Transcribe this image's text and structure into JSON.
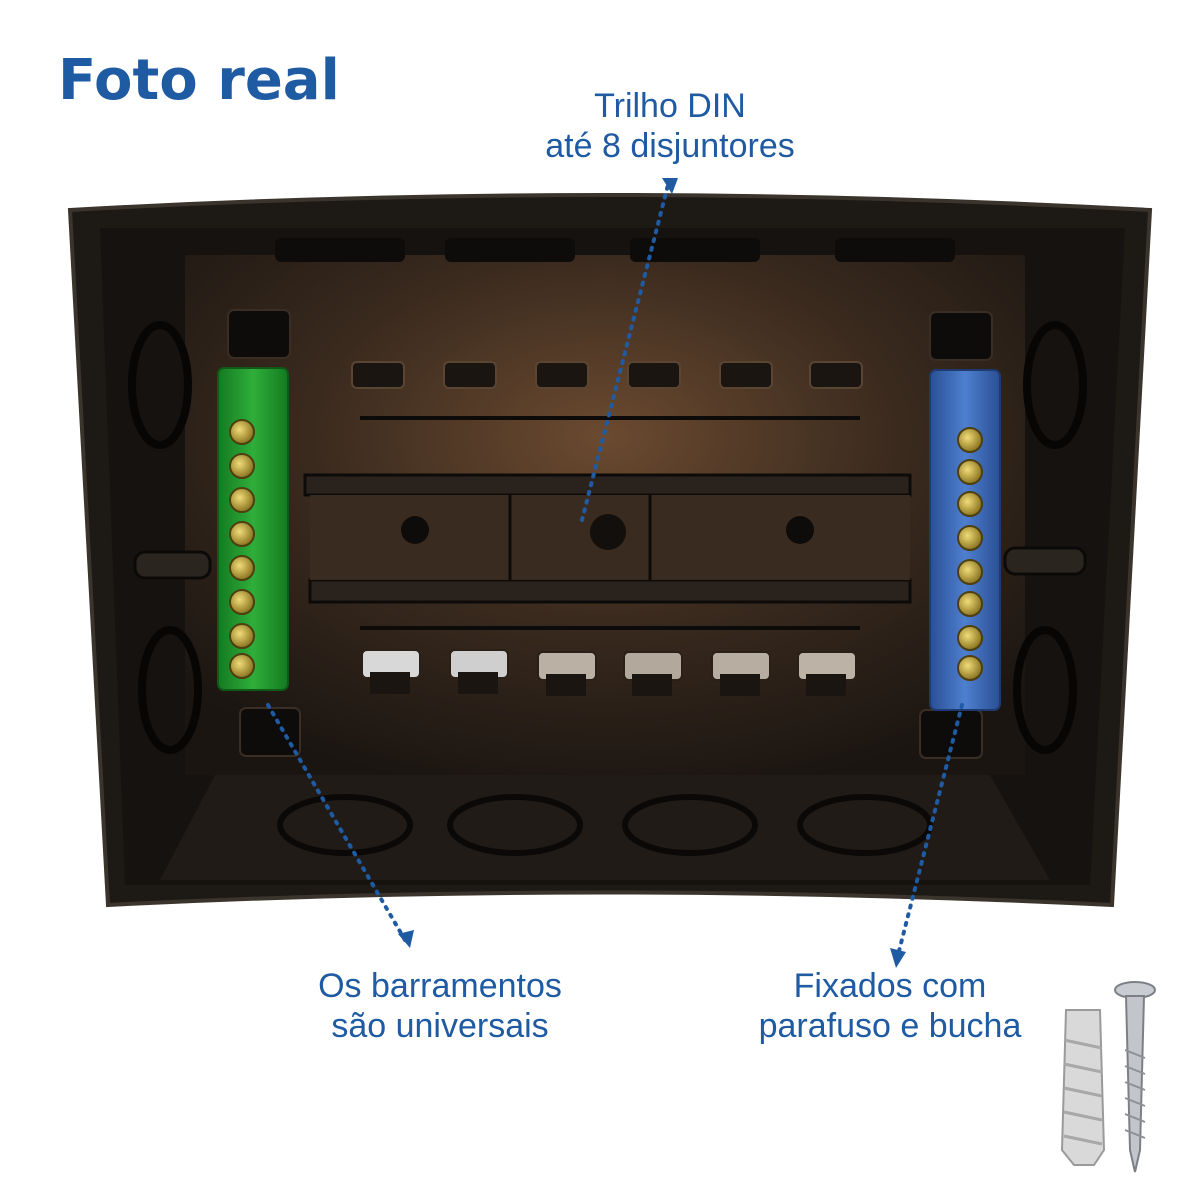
{
  "header": {
    "title": "Foto real"
  },
  "annotations": {
    "din_rail": {
      "line1": "Trilho DIN",
      "line2": "até 8 disjuntores"
    },
    "busbars": {
      "line1": "Os barramentos",
      "line2": "são universais"
    },
    "fixing": {
      "line1": "Fixados com",
      "line2": "parafuso e bucha"
    }
  },
  "colors": {
    "accent": "#1f5ba3",
    "box_dark": "#1b1814",
    "busbar_green": "#1f8f2a",
    "busbar_blue": "#3b66b0"
  }
}
